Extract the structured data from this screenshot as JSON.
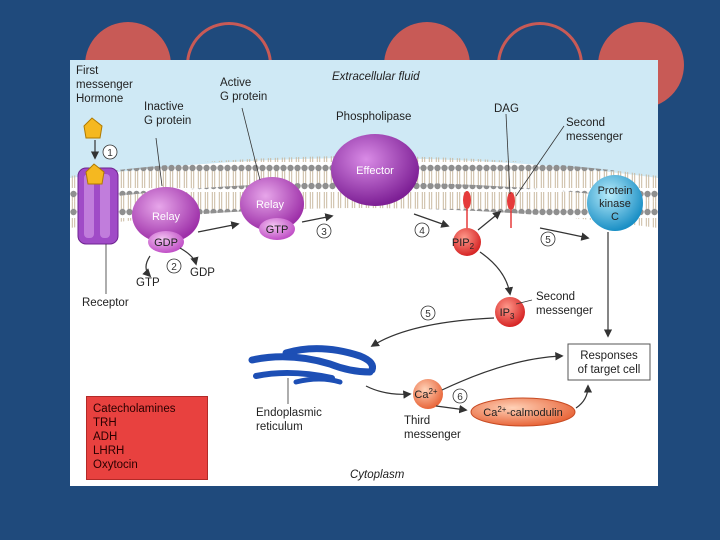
{
  "labels": {
    "first_messenger": [
      "First",
      "messenger",
      "Hormone"
    ],
    "inactive_g": [
      "Inactive",
      "G protein"
    ],
    "active_g": [
      "Active",
      "G protein"
    ],
    "extracellular": "Extracellular fluid",
    "phospholipase": "Phospholipase",
    "dag": "DAG",
    "second_messenger_top": [
      "Second",
      "messenger"
    ],
    "effector": "Effector",
    "protein_kinase": [
      "Protein",
      "kinase",
      "C"
    ],
    "relay": "Relay",
    "gdp": "GDP",
    "gtp": "GTP",
    "gtp_in": "GTP",
    "gdp_out": "GDP",
    "pip2": "PIP",
    "pip2_sub": "2",
    "ip3": "IP",
    "ip3_sub": "3",
    "receptor": "Receptor",
    "second_messenger_mid": [
      "Second",
      "messenger"
    ],
    "responses": [
      "Responses",
      "of target cell"
    ],
    "er": [
      "Endoplasmic",
      "reticulum"
    ],
    "ca": "Ca",
    "ca_sup": "2+",
    "third_messenger": [
      "Third",
      "messenger"
    ],
    "calmodulin_prefix": "Ca",
    "calmodulin_sup": "2+",
    "calmodulin_suffix": "-calmodulin",
    "cytoplasm": "Cytoplasm"
  },
  "steps": [
    "1",
    "2",
    "3",
    "4",
    "5",
    "5",
    "6"
  ],
  "legend": [
    "Catecholamines",
    "TRH",
    "ADH",
    "LHRH",
    "Oxytocin"
  ],
  "colors": {
    "background": "#1f4a7c",
    "decor_circles": "#c85a56",
    "extracellular": "#cfe9f5",
    "membrane_head": "#8a8a8a",
    "g_protein": "#b43ab8",
    "effector": "#9b2fb0",
    "receptor": "#a04bc7",
    "hormone": "#f5b820",
    "pip": "#e53b3b",
    "protein_kinase": "#2aa8d8",
    "er": "#1d4fb5",
    "calcium": "#f07a50",
    "legend": "#e8413f"
  }
}
